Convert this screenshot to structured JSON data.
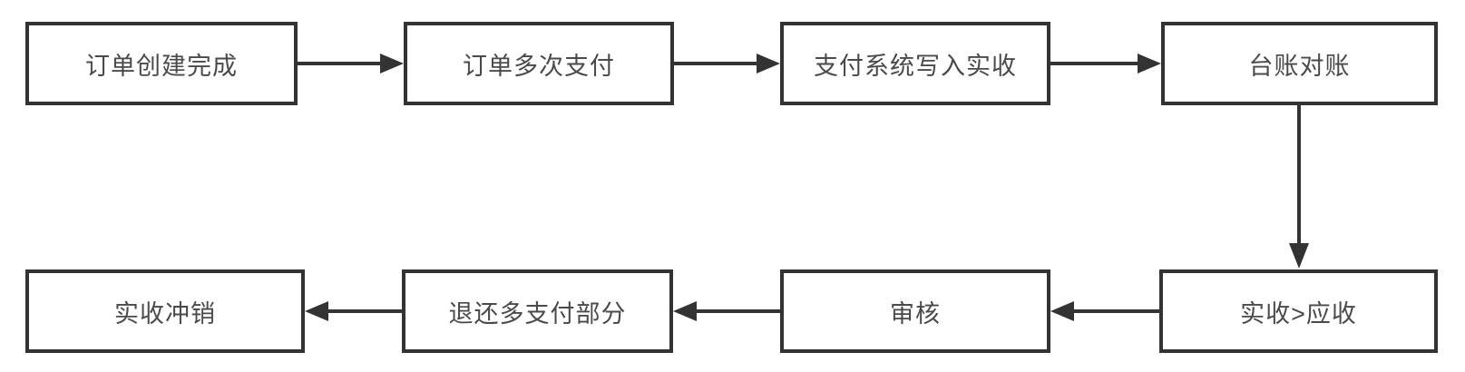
{
  "diagram": {
    "type": "flowchart",
    "background_color": "#ffffff",
    "node_border_color": "#333333",
    "node_fill_color": "#ffffff",
    "text_color": "#4a4a4a",
    "arrow_color": "#333333",
    "nodes": [
      {
        "id": "order-created",
        "label": "订单创建完成",
        "row": "top",
        "order": 1
      },
      {
        "id": "order-multi-pay",
        "label": "订单多次支付",
        "row": "top",
        "order": 2
      },
      {
        "id": "payment-write-in",
        "label": "支付系统写入实收",
        "row": "top",
        "order": 3
      },
      {
        "id": "ledger-reconcile",
        "label": "台账对账",
        "row": "top",
        "order": 4
      },
      {
        "id": "received-gt-due",
        "label": "实收>应收",
        "row": "bottom",
        "order": 5
      },
      {
        "id": "review",
        "label": "审核",
        "row": "bottom",
        "order": 6
      },
      {
        "id": "refund-overpaid",
        "label": "退还多支付部分",
        "row": "bottom",
        "order": 7
      },
      {
        "id": "receipt-writeoff",
        "label": "实收冲销",
        "row": "bottom",
        "order": 8
      }
    ],
    "edges": [
      {
        "from": "订单创建完成",
        "to": "订单多次支付",
        "direction": "right"
      },
      {
        "from": "订单多次支付",
        "to": "支付系统写入实收",
        "direction": "right"
      },
      {
        "from": "支付系统写入实收",
        "to": "台账对账",
        "direction": "right"
      },
      {
        "from": "台账对账",
        "to": "实收>应收",
        "direction": "down"
      },
      {
        "from": "实收>应收",
        "to": "审核",
        "direction": "left"
      },
      {
        "from": "审核",
        "to": "退还多支付部分",
        "direction": "left"
      },
      {
        "from": "退还多支付部分",
        "to": "实收冲销",
        "direction": "left"
      }
    ]
  }
}
